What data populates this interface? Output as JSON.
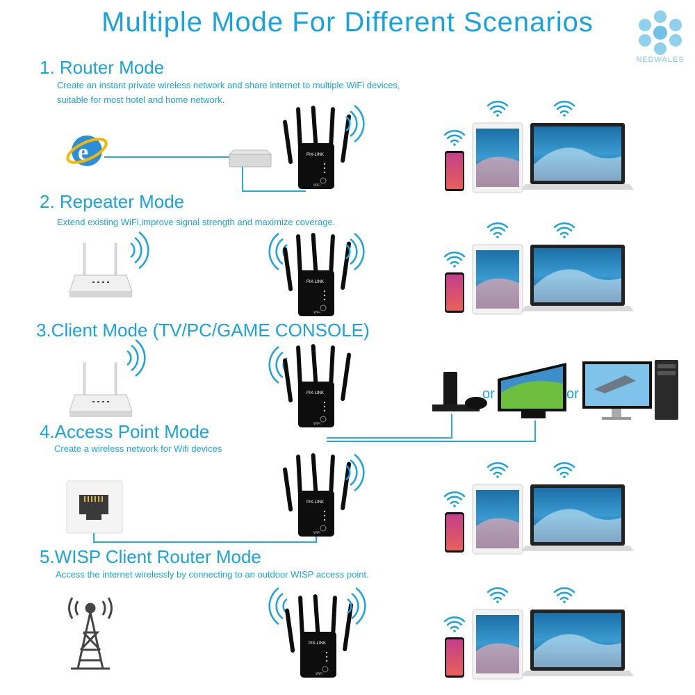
{
  "title": "Multiple Mode For Different Scenarios",
  "brand": "NEDWALES",
  "device_label": "PIX-LINK",
  "wifi_label": "WiFi",
  "modes": [
    {
      "title": "1. Router Mode",
      "desc1": "Create an instant private wireless network and share internet to multiple WiFi devices,",
      "desc2": "suitable for most hotel and home network."
    },
    {
      "title": "2. Repeater Mode",
      "desc1": "Extend existing WiFi,improve signal strength and maximize coverage.",
      "desc2": ""
    },
    {
      "title": "3.Client Mode (TV/PC/GAME CONSOLE)",
      "desc1": "",
      "desc2": ""
    },
    {
      "title": "4.Access Point Mode",
      "desc1": "Create a wireless network for Wifi devices",
      "desc2": ""
    },
    {
      "title": "5.WISP Client Router Mode",
      "desc1": "Access the internet wirelessly by connecting to an outdoor WISP access point.",
      "desc2": ""
    }
  ],
  "or_label": "or",
  "colors": {
    "accent": "#1aa3db",
    "device": "#0d0d0d",
    "line": "#29a8dc"
  }
}
